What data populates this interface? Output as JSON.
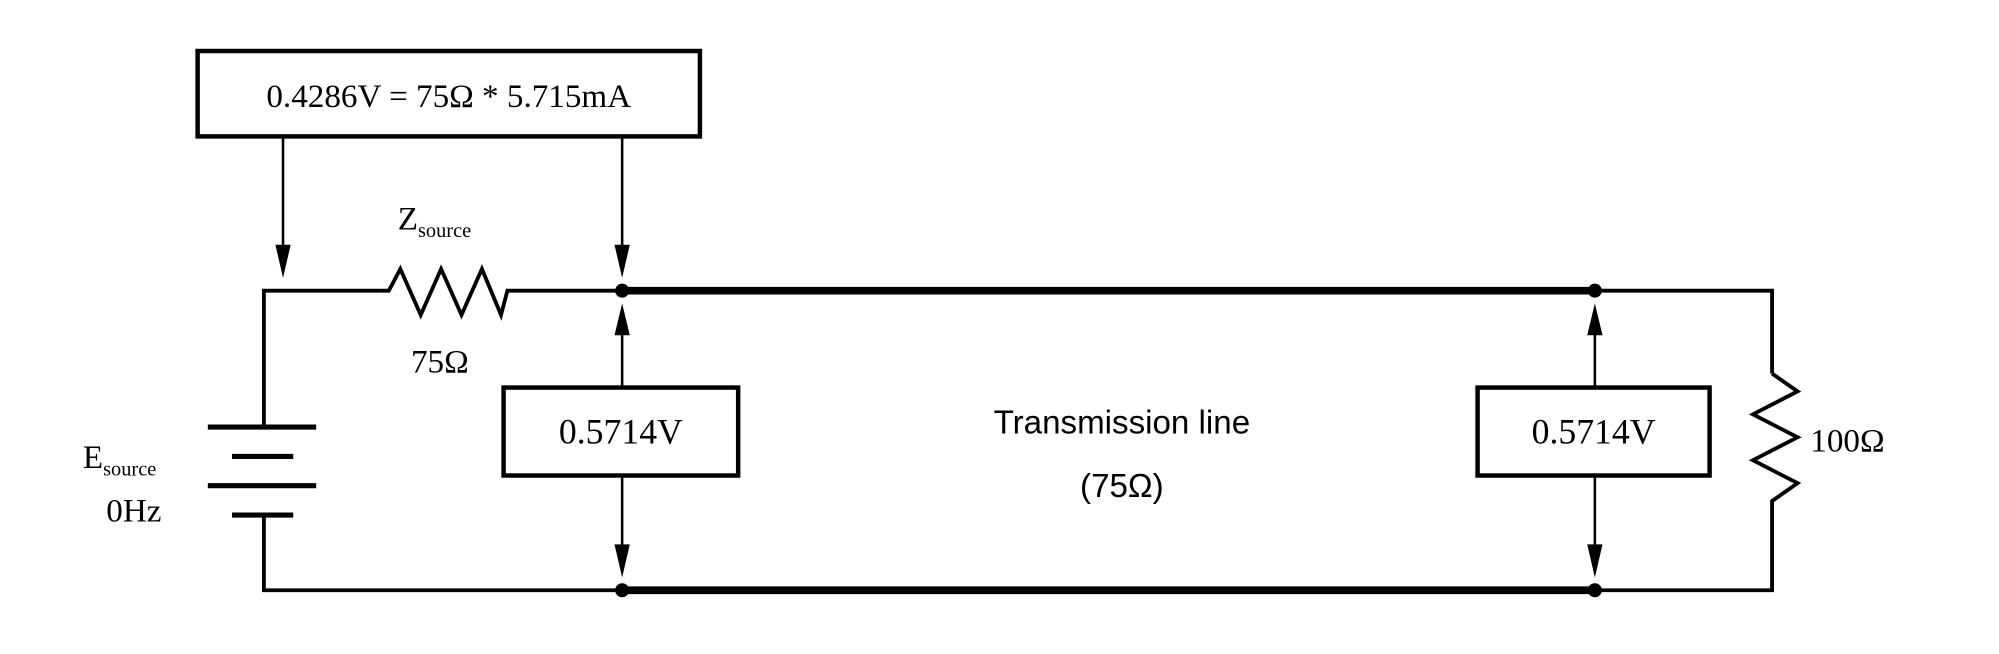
{
  "formula_box": "0.4286V = 75Ω * 5.715mA",
  "source_impedance": {
    "label": "Z",
    "subscript": "source",
    "value": "75Ω"
  },
  "source": {
    "label": "E",
    "subscript": "source",
    "frequency": "0Hz"
  },
  "voltmeter_left": "0.5714V",
  "voltmeter_right": "0.5714V",
  "transmission_line": {
    "label": "Transmission line",
    "impedance": "(75Ω)"
  },
  "load": "100Ω"
}
